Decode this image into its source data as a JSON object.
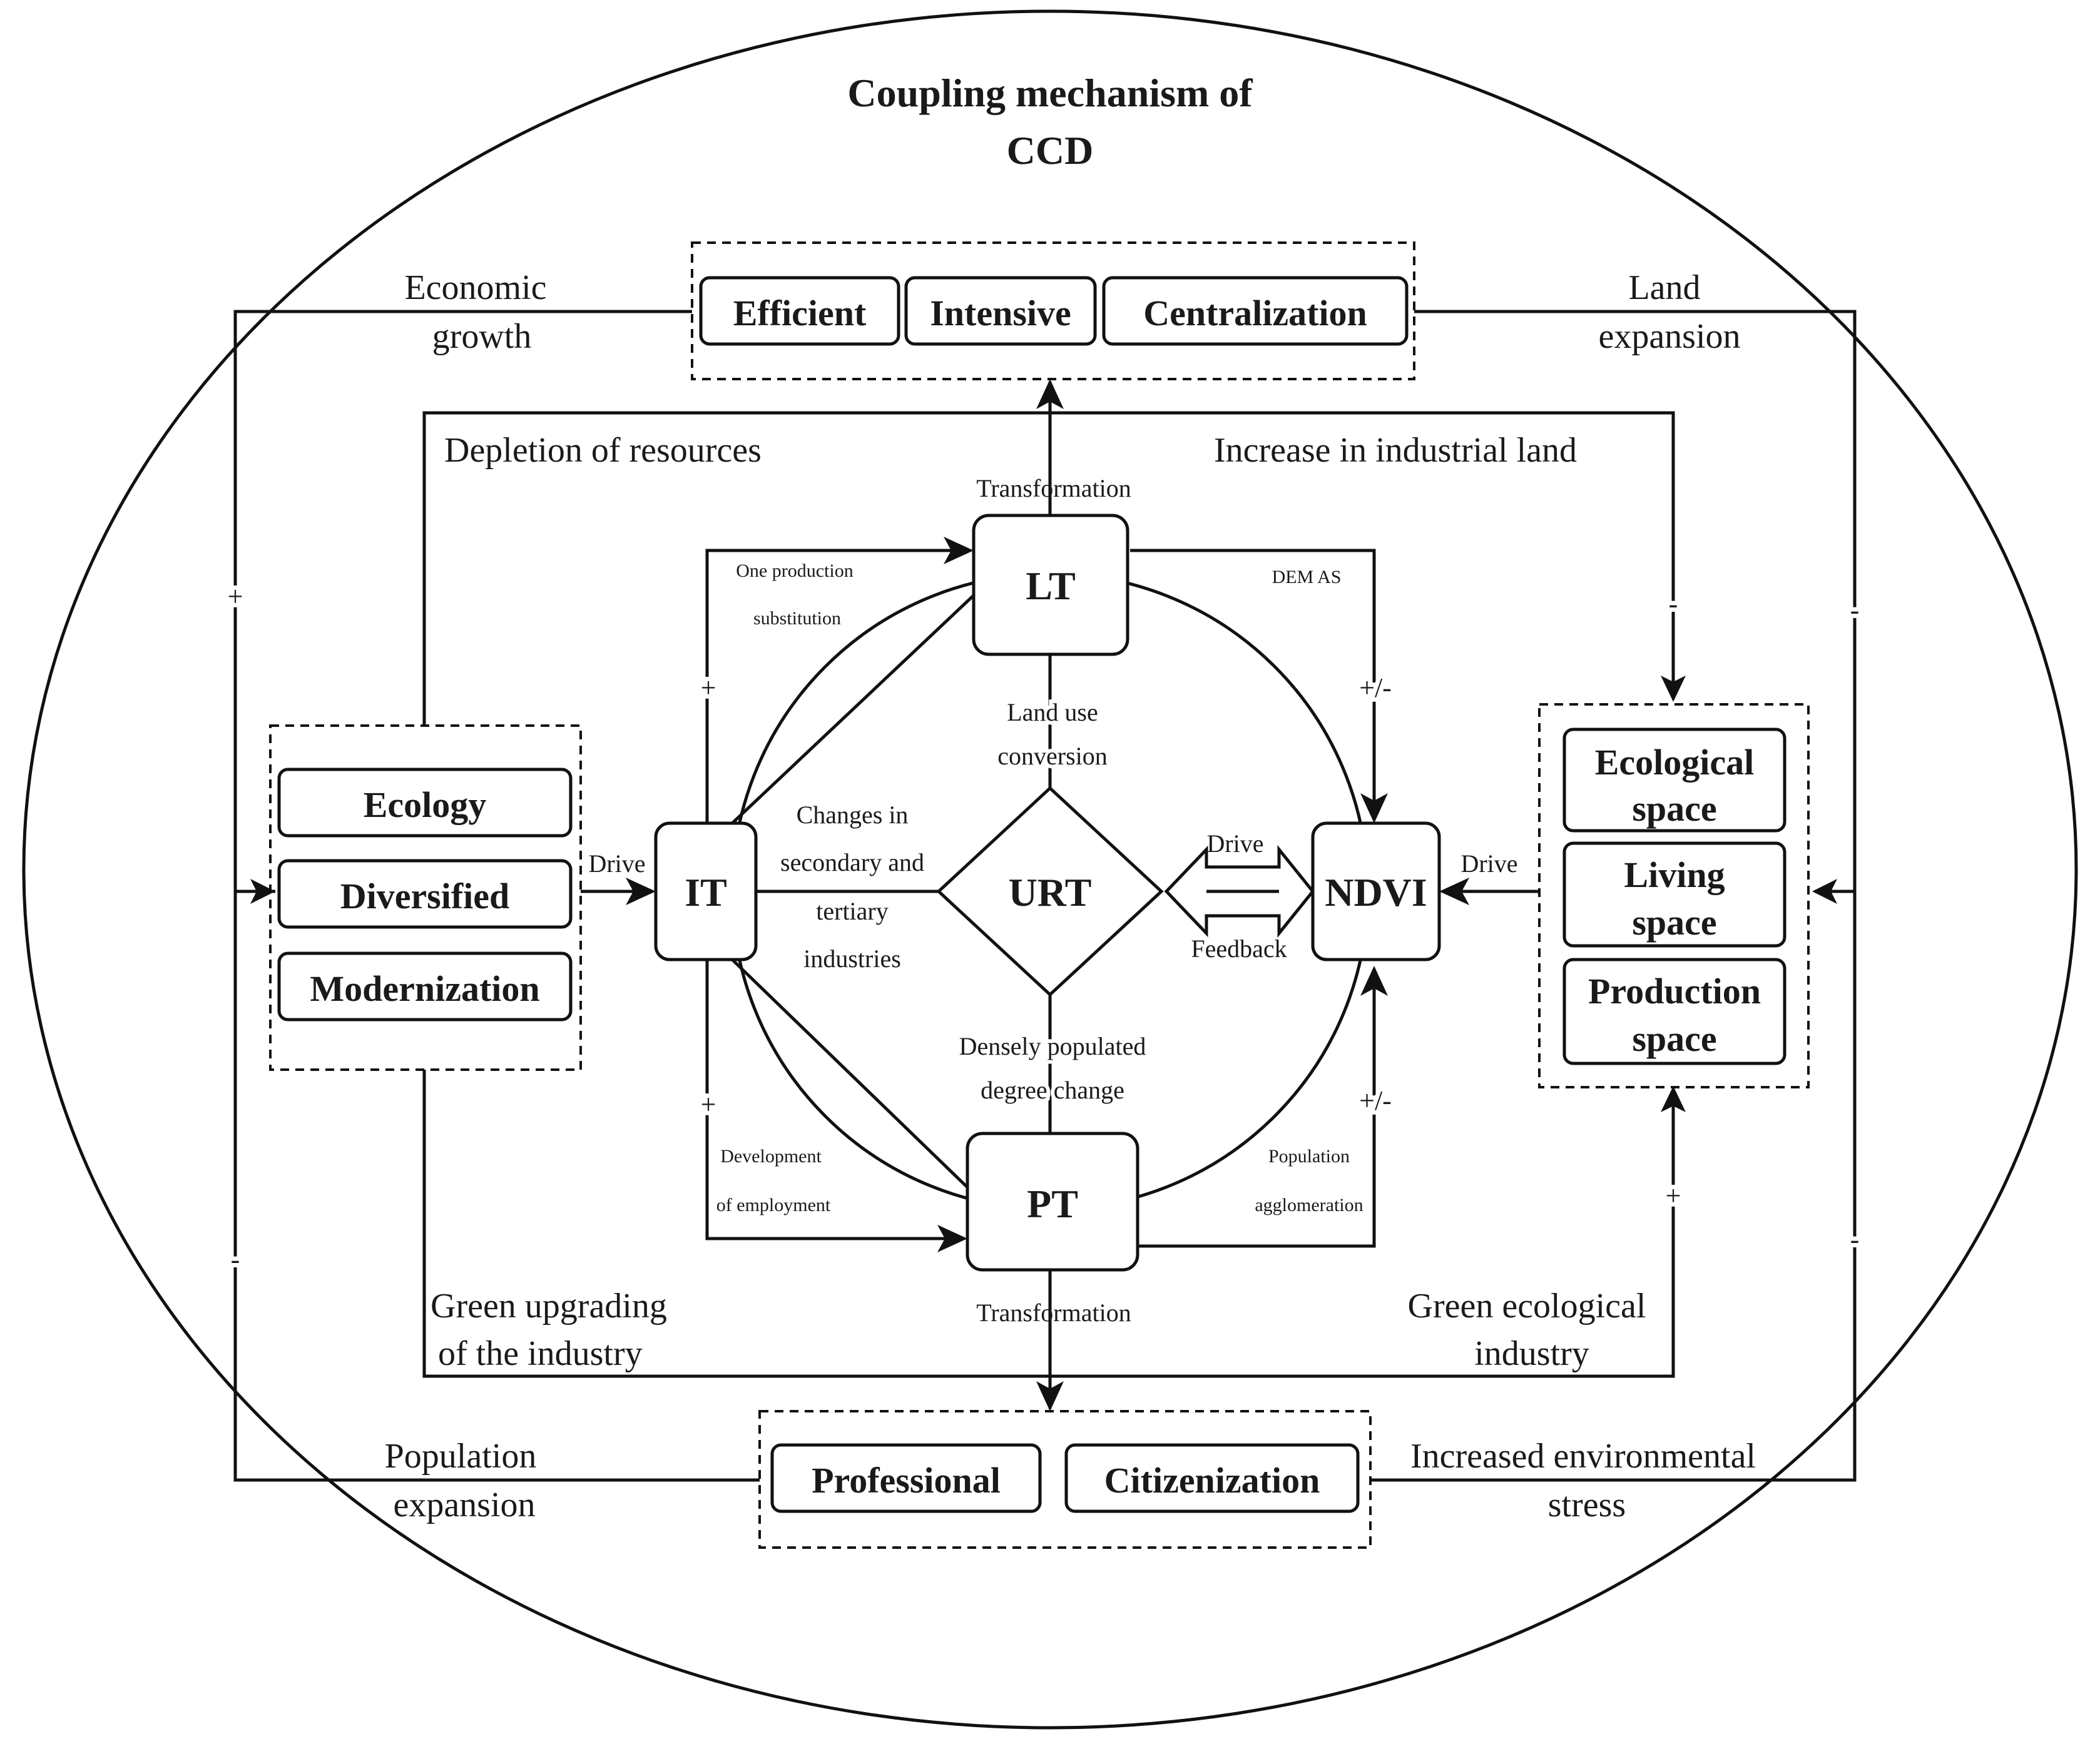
{
  "title_line1": "Coupling mechanism of",
  "title_line2": "CCD",
  "top_group": [
    "Efficient",
    "Intensive",
    "Centralization"
  ],
  "bottom_group": [
    "Professional",
    "Citizenization"
  ],
  "left_group": [
    "Ecology",
    "Diversified",
    "Modernization"
  ],
  "right_group": {
    "ecological": [
      "Ecological",
      "space"
    ],
    "living": [
      "Living",
      "space"
    ],
    "production": [
      "Production",
      "space"
    ]
  },
  "nodes": {
    "lt": "LT",
    "pt": "PT",
    "it": "IT",
    "urt": "URT",
    "ndvi": "NDVI"
  },
  "outer_labels": {
    "economic_growth": [
      "Economic",
      "growth"
    ],
    "land_expansion": [
      "Land",
      "expansion"
    ],
    "population_expansion": [
      "Population",
      "expansion"
    ],
    "environmental_stress": [
      "Increased environmental",
      "stress"
    ]
  },
  "inner_labels": {
    "depletion": "Depletion of resources",
    "industrial_land": "Increase in industrial land",
    "green_upgrading": [
      "Green upgrading",
      "of the industry"
    ],
    "green_ecological": [
      "Green ecological",
      "industry"
    ]
  },
  "center_labels": {
    "transformation_top": "Transformation",
    "transformation_bottom": "Transformation",
    "land_use": [
      "Land use",
      "conversion"
    ],
    "densely": [
      "Densely populated",
      "degree change"
    ],
    "changes": [
      "Changes in",
      "secondary and",
      "tertiary",
      "industries"
    ],
    "drive_left": "Drive",
    "drive_right": "Drive",
    "drive_center": "Drive",
    "feedback": "Feedback"
  },
  "small_labels": {
    "one_production": [
      "One production",
      "substitution"
    ],
    "dem_as": "DEM AS",
    "development": [
      "Development",
      "of employment"
    ],
    "population_agg": [
      "Population",
      "agglomeration"
    ]
  },
  "signs": {
    "left_top": "+",
    "left_bottom": "-",
    "right_top": "-",
    "right_bottom": "-",
    "inner_right_top": "-",
    "inner_right_bottom": "+",
    "it_top": "+",
    "it_bottom": "+",
    "ndvi_top": "+/-",
    "ndvi_bottom": "+/-"
  }
}
